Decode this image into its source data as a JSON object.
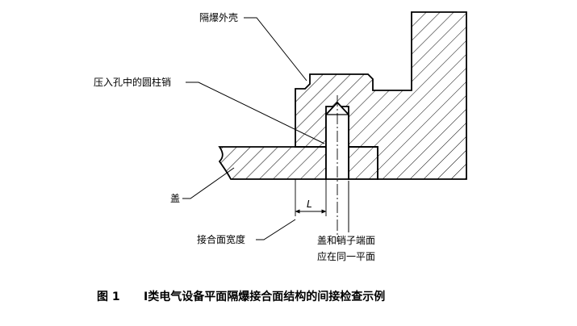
{
  "labels": {
    "housing": "隔爆外壳",
    "pin": "压入孔中的圆柱销",
    "cover": "盖",
    "joint_width": "接合面宽度",
    "flush_line1": "盖和销子端面",
    "flush_line2": "应在同一平面",
    "dimension": "L"
  },
  "caption": {
    "number": "图 1",
    "text": "Ⅰ类电气设备平面隔爆接合面结构的间接检查示例"
  }
}
